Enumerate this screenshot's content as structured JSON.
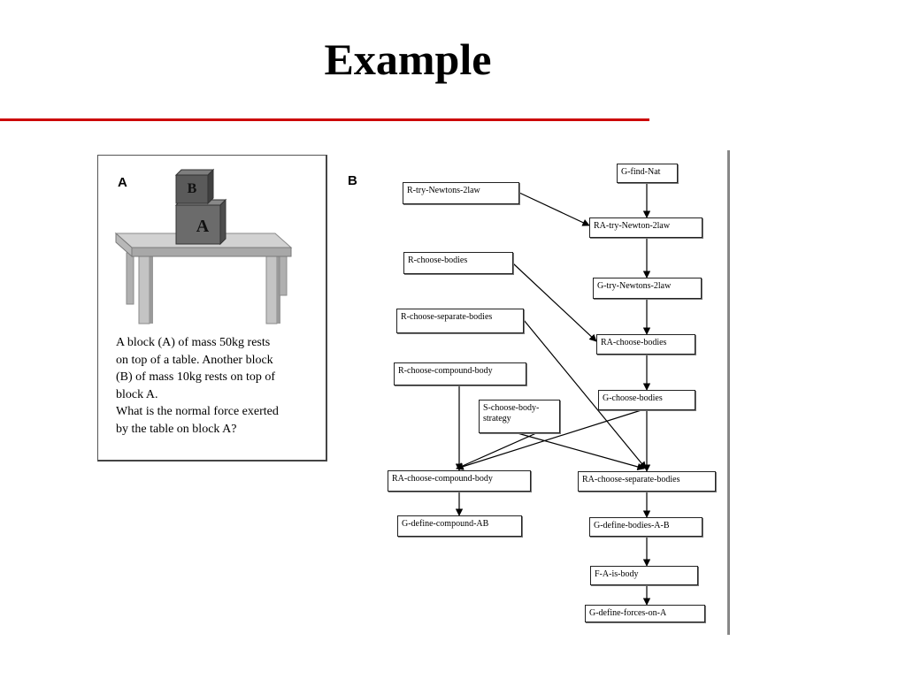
{
  "slide": {
    "title": "Example"
  },
  "panel_a": {
    "label": "A",
    "block_b_label": "B",
    "block_a_label": "A",
    "problem_lines": [
      "A block (A) of mass 50kg rests",
      "on top of a table. Another block",
      "(B) of mass 10kg rests on top of",
      "block A.",
      "What is the normal force exerted",
      "by the table on block A?"
    ]
  },
  "panel_b": {
    "label": "B",
    "nodes": {
      "g_find_nat": "G-find-Nat",
      "r_try_newtons": "R-try-Newtons-2law",
      "ra_try_newton": "RA-try-Newton-2law",
      "r_choose_bodies": "R-choose-bodies",
      "g_try_newtons": "G-try-Newtons-2law",
      "r_choose_separate": "R-choose-separate-bodies",
      "ra_choose_bodies": "RA-choose-bodies",
      "r_choose_compound": "R-choose-compound-body",
      "g_choose_bodies": "G-choose-bodies",
      "s_choose_strategy": "S-choose-body-strategy",
      "ra_choose_compound": "RA-choose-compound-body",
      "ra_choose_separate": "RA-choose-separate-bodies",
      "g_define_compound": "G-define-compound-AB",
      "g_define_bodies": "G-define-bodies-A-B",
      "f_a_is_body": "F-A-is-body",
      "g_define_forces": "G-define-forces-on-A"
    }
  },
  "colors": {
    "accent_rule": "#cc0000",
    "block_dark": "#6b6b6b",
    "table": "#bdbdbd"
  }
}
